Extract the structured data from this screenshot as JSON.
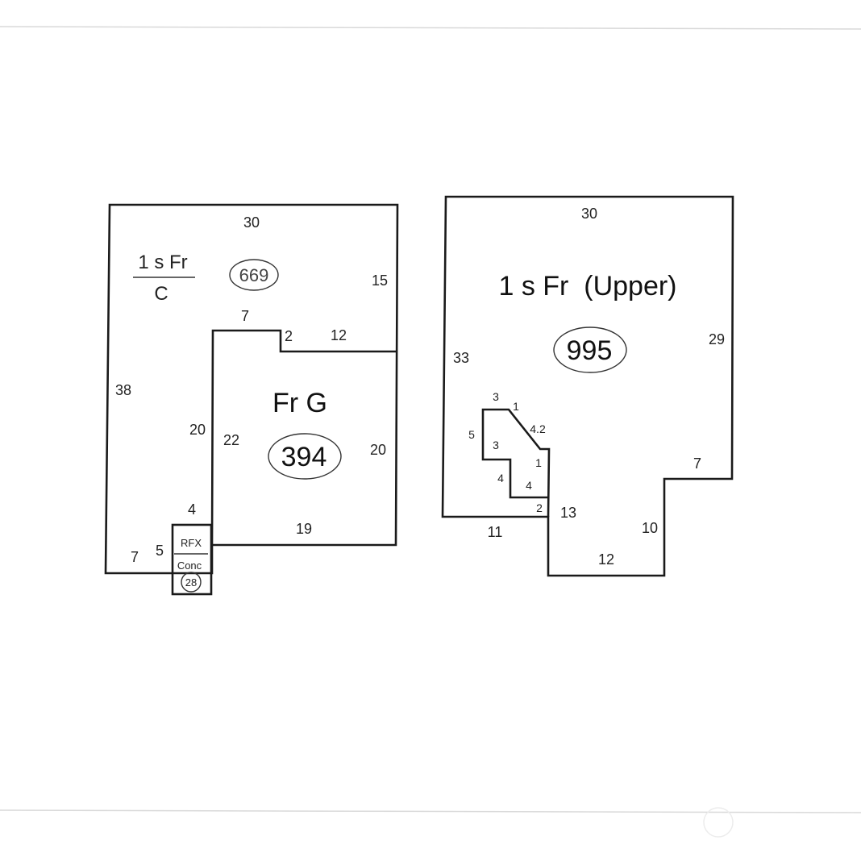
{
  "left_building": {
    "main_label_top": "1 s Fr",
    "main_label_bottom": "C",
    "main_area": "669",
    "garage_label": "Fr G",
    "garage_area": "394",
    "porch_label_top": "RFX",
    "porch_label_bottom": "Conc",
    "porch_area": "28",
    "dims": {
      "top": "30",
      "right_upper": "15",
      "left": "38",
      "garage_top_left": "7",
      "garage_step": "2",
      "garage_top_right": "12",
      "garage_left_outer": "20",
      "garage_left_inner": "22",
      "garage_right": "20",
      "garage_bottom": "19",
      "porch_top": "4",
      "porch_side": "5",
      "bottom_left": "7"
    }
  },
  "right_building": {
    "main_label": "1 s Fr  (Upper)",
    "main_area": "995",
    "dims": {
      "top": "30",
      "left": "33",
      "right": "29",
      "notch_right": "7",
      "notch_vertical": "10",
      "bottom": "12",
      "bottom_left": "11",
      "inner_step": "13",
      "cut_top": "3",
      "cut_1a": "1",
      "cut_diag": "4.2",
      "cut_left": "5",
      "cut_inner_3": "3",
      "cut_1b": "1",
      "cut_4a": "4",
      "cut_4b": "4",
      "cut_2": "2"
    }
  }
}
